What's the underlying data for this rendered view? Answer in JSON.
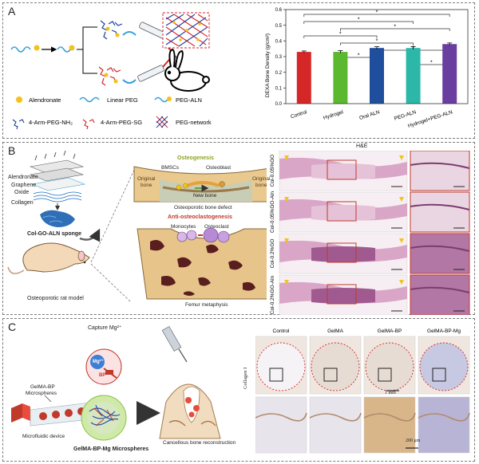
{
  "panels": {
    "a": {
      "label": "A",
      "legend": [
        {
          "name": "alendronate",
          "text": "Alendronate"
        },
        {
          "name": "linear-peg",
          "text": "Linear PEG"
        },
        {
          "name": "peg-aln",
          "text": "PEG-ALN"
        },
        {
          "name": "4arm-nh2",
          "text": "4-Arm-PEG-NH₂"
        },
        {
          "name": "4arm-sg",
          "text": "4-Arm-PEG-SG"
        },
        {
          "name": "peg-network",
          "text": "PEG-network"
        }
      ]
    },
    "b": {
      "label": "B",
      "labels": {
        "alendronate": "Alendronate",
        "graphene": "Graphene",
        "oxide": "Oxide",
        "collagen": "Collagen",
        "sponge": "Col-GO-ALN sponge",
        "rat_model": "Osteoporotic rat model",
        "osteogenesis": "Osteogenesis",
        "bmscs": "BMSCs",
        "osteoblast": "Osteoblast",
        "original_bone_l1": "Original",
        "original_bone_l2": "bone",
        "new_bone": "New bone",
        "defect": "Osteoporotic bone defect",
        "anti": "Anti-osteoclastogenesis",
        "monocytes": "Monocytes",
        "osteoclast": "Osteoclast",
        "femur": "Femur metaphysis",
        "he": "H&E"
      },
      "rows": [
        "Col-0.05%GO",
        "Col-0.05%GO-Aln",
        "Col-0.2%GO",
        "Col-0.2%GO-Aln"
      ]
    },
    "c": {
      "label": "C",
      "labels": {
        "capture": "Capture Mg²⁺",
        "mg": "Mg²⁺",
        "bp": "BP",
        "gelma_bp_l1": "GelMA-BP",
        "gelma_bp_l2": "Microspheres",
        "microfluidic": "Microfluidic device",
        "cancellous": "Cancellous bone reconstruction",
        "gelma_bp_mg": "GelMA-BP-Mg Microspheres",
        "collagen_i": "Collagen I",
        "scale1": "1 mm",
        "scale2": "200 μm"
      },
      "columns": [
        "Control",
        "GelMA",
        "GelMA-BP",
        "GelMA-BP-Mg"
      ]
    }
  },
  "colors": {
    "red": "#d62728",
    "green": "#5cb82e",
    "blue": "#1f4e9c",
    "teal": "#2bb8a8",
    "purple": "#6a3da0"
  },
  "chart_data": {
    "type": "bar",
    "ylabel": "DEXA Bone Density (g/cm²)",
    "categories": [
      "Control",
      "Hydrogel",
      "Oral ALN",
      "PEG-ALN",
      "Hydrogel+PEG-ALN"
    ],
    "values": [
      0.33,
      0.33,
      0.355,
      0.355,
      0.38
    ],
    "errors": [
      0.006,
      0.008,
      0.008,
      0.009,
      0.007
    ],
    "ylim": [
      0.0,
      0.6
    ],
    "yticks": [
      0.0,
      0.1,
      0.2,
      0.3,
      0.4,
      0.5,
      0.6
    ],
    "significance": [
      {
        "from": 0,
        "to": 4,
        "label": "*"
      },
      {
        "from": 0,
        "to": 3,
        "label": "*"
      },
      {
        "from": 1,
        "to": 4,
        "label": "*"
      },
      {
        "from": 0,
        "to": 2,
        "label": "*"
      },
      {
        "from": 1,
        "to": 3,
        "label": "*"
      },
      {
        "from": 2,
        "to": 4,
        "label": "*"
      },
      {
        "from": 1,
        "to": 2,
        "label": "*"
      },
      {
        "from": 3,
        "to": 4,
        "label": "*"
      }
    ]
  }
}
